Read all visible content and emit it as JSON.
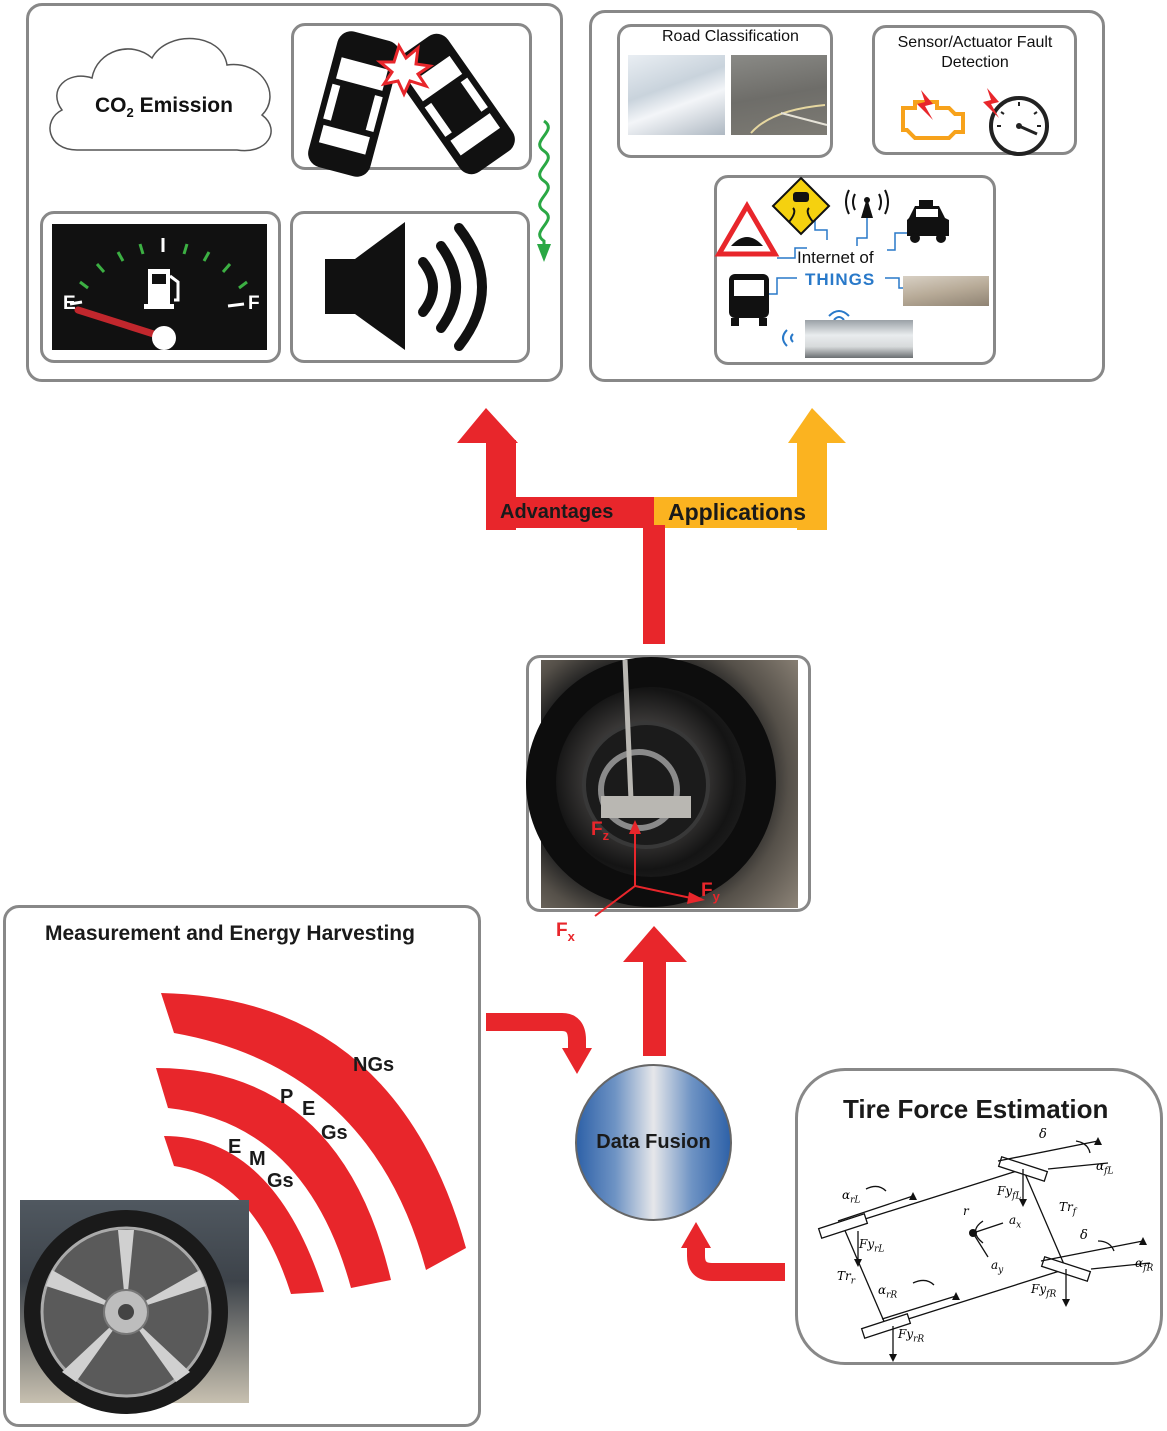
{
  "advantages": {
    "co2_label": "CO",
    "co2_sub": "2",
    "co2_suffix": " Emission",
    "fuel_e": "E",
    "fuel_f": "F"
  },
  "applications": {
    "road_classification": "Road Classification",
    "fault_detection": "Sensor/Actuator Fault Detection",
    "iot_line1": "Internet of",
    "iot_line2": "THINGS"
  },
  "arrows": {
    "advantages": "Advantages",
    "applications": "Applications",
    "advantages_color": "#e8262b",
    "applications_color": "#fbb320"
  },
  "wheel_photo": {
    "fz": "F",
    "fz_sub": "z",
    "fy": "F",
    "fy_sub": "y",
    "fx": "F",
    "fx_sub": "x"
  },
  "measurement": {
    "title": "Measurement and Energy Harvesting",
    "ngs": [
      "N",
      "Gs"
    ],
    "pegs": [
      "P",
      "E",
      "Gs"
    ],
    "emgs": [
      "E",
      "M",
      "Gs"
    ]
  },
  "fusion": {
    "label": "Data Fusion"
  },
  "tire_force": {
    "title": "Tire Force Estimation",
    "labels": {
      "delta1": "δ",
      "alpha_fL": "α",
      "alpha_fL_sub": "fL",
      "Fy_fL": "Fy",
      "Fy_fL_sub": "fL",
      "Tr_f": "Tr",
      "Tr_f_sub": "f",
      "alpha_rL": "α",
      "alpha_rL_sub": "rL",
      "r": "r",
      "a_x": "a",
      "a_x_sub": "x",
      "a_y": "a",
      "a_y_sub": "y",
      "Fy_rL": "Fy",
      "Fy_rL_sub": "rL",
      "delta2": "δ",
      "alpha_fR": "α",
      "alpha_fR_sub": "fR",
      "Tr_r": "Tr",
      "Tr_r_sub": "r",
      "alpha_rR": "α",
      "alpha_rR_sub": "rR",
      "Fy_fR": "Fy",
      "Fy_fR_sub": "fR",
      "Fy_rR": "Fy",
      "Fy_rR_sub": "rR"
    }
  }
}
